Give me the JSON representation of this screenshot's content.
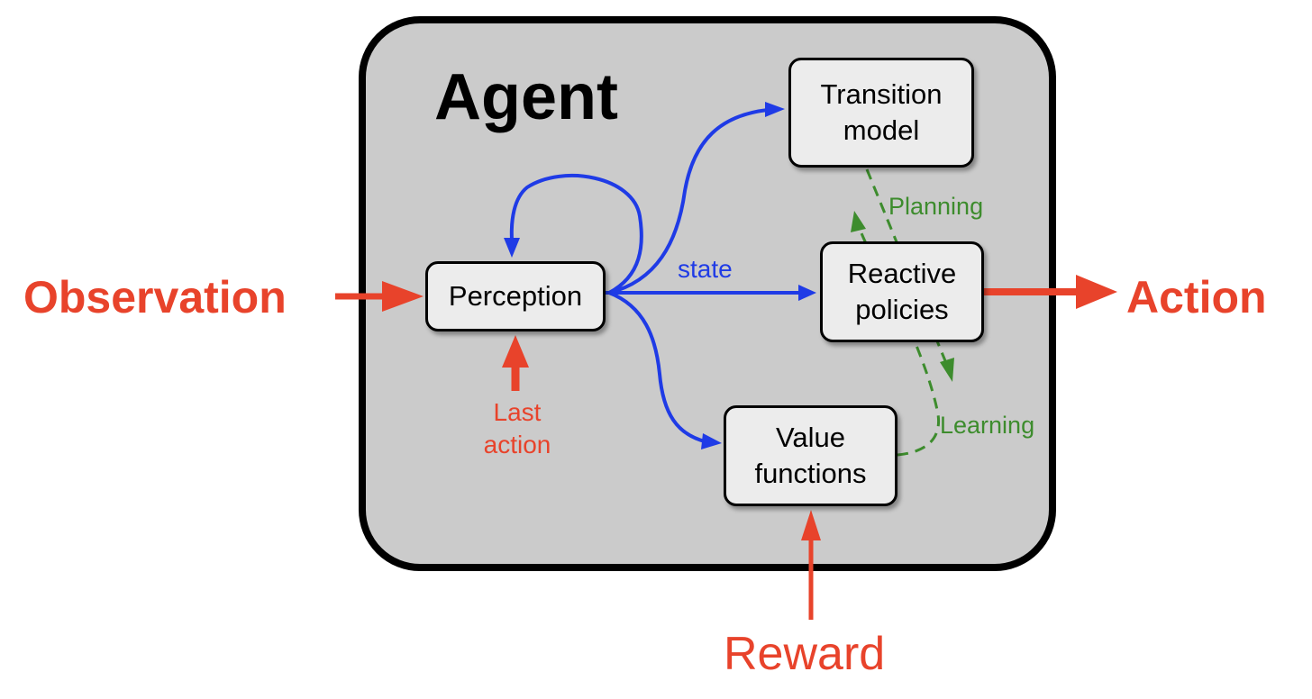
{
  "agent": {
    "title": "Agent"
  },
  "nodes": {
    "perception": "Perception",
    "transition_model": "Transition\nmodel",
    "reactive_policies": "Reactive\npolicies",
    "value_functions": "Value\nfunctions"
  },
  "inputs": {
    "observation": "Observation",
    "reward": "Reward",
    "last_action": "Last\naction"
  },
  "outputs": {
    "action": "Action"
  },
  "edge_labels": {
    "state": "state",
    "planning": "Planning",
    "learning": "Learning"
  },
  "colors": {
    "io": "#e8432b",
    "internal_flow": "#1f3be6",
    "planning_learning": "#3d8c2d",
    "agent_fill": "#cbcbcb",
    "node_fill": "#ececec"
  }
}
